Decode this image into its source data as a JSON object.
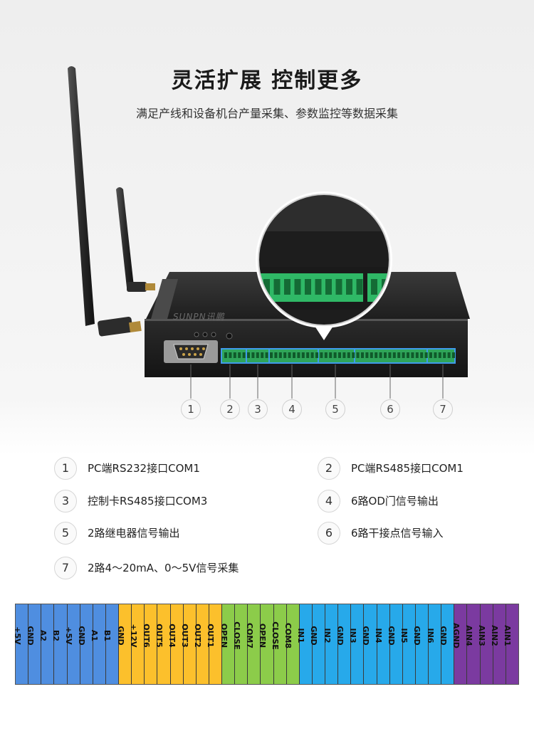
{
  "header": {
    "title": "灵活扩展 控制更多",
    "subtitle": "满足产线和设备机台产量采集、参数监控等数据采集"
  },
  "device": {
    "brand_mark": "SUNPN讯鹏",
    "port_markers": [
      "1",
      "2",
      "3",
      "4",
      "5",
      "6",
      "7"
    ]
  },
  "legend": [
    {
      "num": "1",
      "label": "PC端RS232接口COM1"
    },
    {
      "num": "2",
      "label": "PC端RS485接口COM1"
    },
    {
      "num": "3",
      "label": "控制卡RS485接口COM3"
    },
    {
      "num": "4",
      "label": "6路OD门信号输出"
    },
    {
      "num": "5",
      "label": "2路继电器信号输出"
    },
    {
      "num": "6",
      "label": "6路干接点信号输入"
    },
    {
      "num": "7",
      "label": "2路4～20mA、0～5V信号采集"
    }
  ],
  "terminals": {
    "colors": {
      "blue": "#4f8ee0",
      "yellow": "#fcc02c",
      "green": "#8ccc4a",
      "cyan": "#27a9ea",
      "purple": "#7b3aa0"
    },
    "pins": [
      {
        "label": "+5V",
        "group": "blue"
      },
      {
        "label": "GND",
        "group": "blue"
      },
      {
        "label": "A2",
        "group": "blue"
      },
      {
        "label": "B2",
        "group": "blue"
      },
      {
        "label": "+5V",
        "group": "blue"
      },
      {
        "label": "GND",
        "group": "blue"
      },
      {
        "label": "A1",
        "group": "blue"
      },
      {
        "label": "B1",
        "group": "blue"
      },
      {
        "label": "GND",
        "group": "yellow"
      },
      {
        "label": "+12V",
        "group": "yellow"
      },
      {
        "label": "OUT6",
        "group": "yellow"
      },
      {
        "label": "OUT5",
        "group": "yellow"
      },
      {
        "label": "OUT4",
        "group": "yellow"
      },
      {
        "label": "OUT3",
        "group": "yellow"
      },
      {
        "label": "OUT2",
        "group": "yellow"
      },
      {
        "label": "OUT1",
        "group": "yellow"
      },
      {
        "label": "OPEN",
        "group": "green"
      },
      {
        "label": "CLOSE",
        "group": "green"
      },
      {
        "label": "COM7",
        "group": "green"
      },
      {
        "label": "OPEN",
        "group": "green"
      },
      {
        "label": "CLOSE",
        "group": "green"
      },
      {
        "label": "COM8",
        "group": "green"
      },
      {
        "label": "IN1",
        "group": "cyan"
      },
      {
        "label": "GND",
        "group": "cyan"
      },
      {
        "label": "IN2",
        "group": "cyan"
      },
      {
        "label": "GND",
        "group": "cyan"
      },
      {
        "label": "IN3",
        "group": "cyan"
      },
      {
        "label": "GND",
        "group": "cyan"
      },
      {
        "label": "IN4",
        "group": "cyan"
      },
      {
        "label": "GND",
        "group": "cyan"
      },
      {
        "label": "IN5",
        "group": "cyan"
      },
      {
        "label": "GND",
        "group": "cyan"
      },
      {
        "label": "IN6",
        "group": "cyan"
      },
      {
        "label": "GND",
        "group": "cyan"
      },
      {
        "label": "AGND",
        "group": "purple"
      },
      {
        "label": "AIN4",
        "group": "purple"
      },
      {
        "label": "AIN3",
        "group": "purple"
      },
      {
        "label": "AIN2",
        "group": "purple"
      },
      {
        "label": "AIN1",
        "group": "purple"
      }
    ]
  }
}
